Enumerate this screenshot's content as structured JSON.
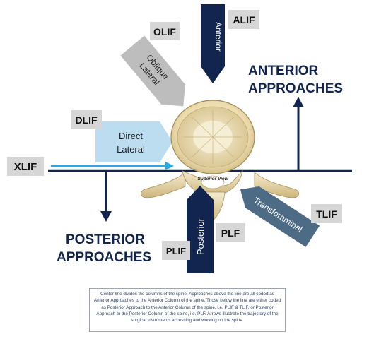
{
  "labels": {
    "olif": "OLIF",
    "alif": "ALIF",
    "dlif": "DLIF",
    "xlif": "XLIF",
    "tlif": "TLIF",
    "plf": "PLF",
    "plif": "PLIF"
  },
  "arrows": {
    "anterior": "Anterior",
    "oblique_line1": "Oblique",
    "oblique_line2": "Lateral",
    "direct_line1": "Direct",
    "direct_line2": "Lateral",
    "posterior": "Posterior",
    "transforaminal": "Transforaminal"
  },
  "headings": {
    "anterior_line1": "ANTERIOR",
    "anterior_line2": "APPROACHES",
    "posterior_line1": "POSTERIOR",
    "posterior_line2": "APPROACHES"
  },
  "vertebra_label": "Superior View",
  "caption": "Center line divides the columns of the spine.  Approaches above the line are all coded as Anterior Approaches to the Anterior Column of the spine.  Those below the line are either coded as Posterior Approach to the Anterior Column of the spine, i.e. PLIF & TLIF, or Posterior Approach to the Posterior Column of the spine, i.e. PLF.  Arrows illustrate the trajectory of the surgical instruments accessing and working on the spine.",
  "colors": {
    "navy": "#12254f",
    "steel": "#4d6b84",
    "light_blue": "#bcdcf0",
    "gray_arrow": "#bdbdbd",
    "xlif_arrow": "#27a9e1",
    "label_box": "#d6d6d6",
    "bone": "#efe4c0"
  }
}
